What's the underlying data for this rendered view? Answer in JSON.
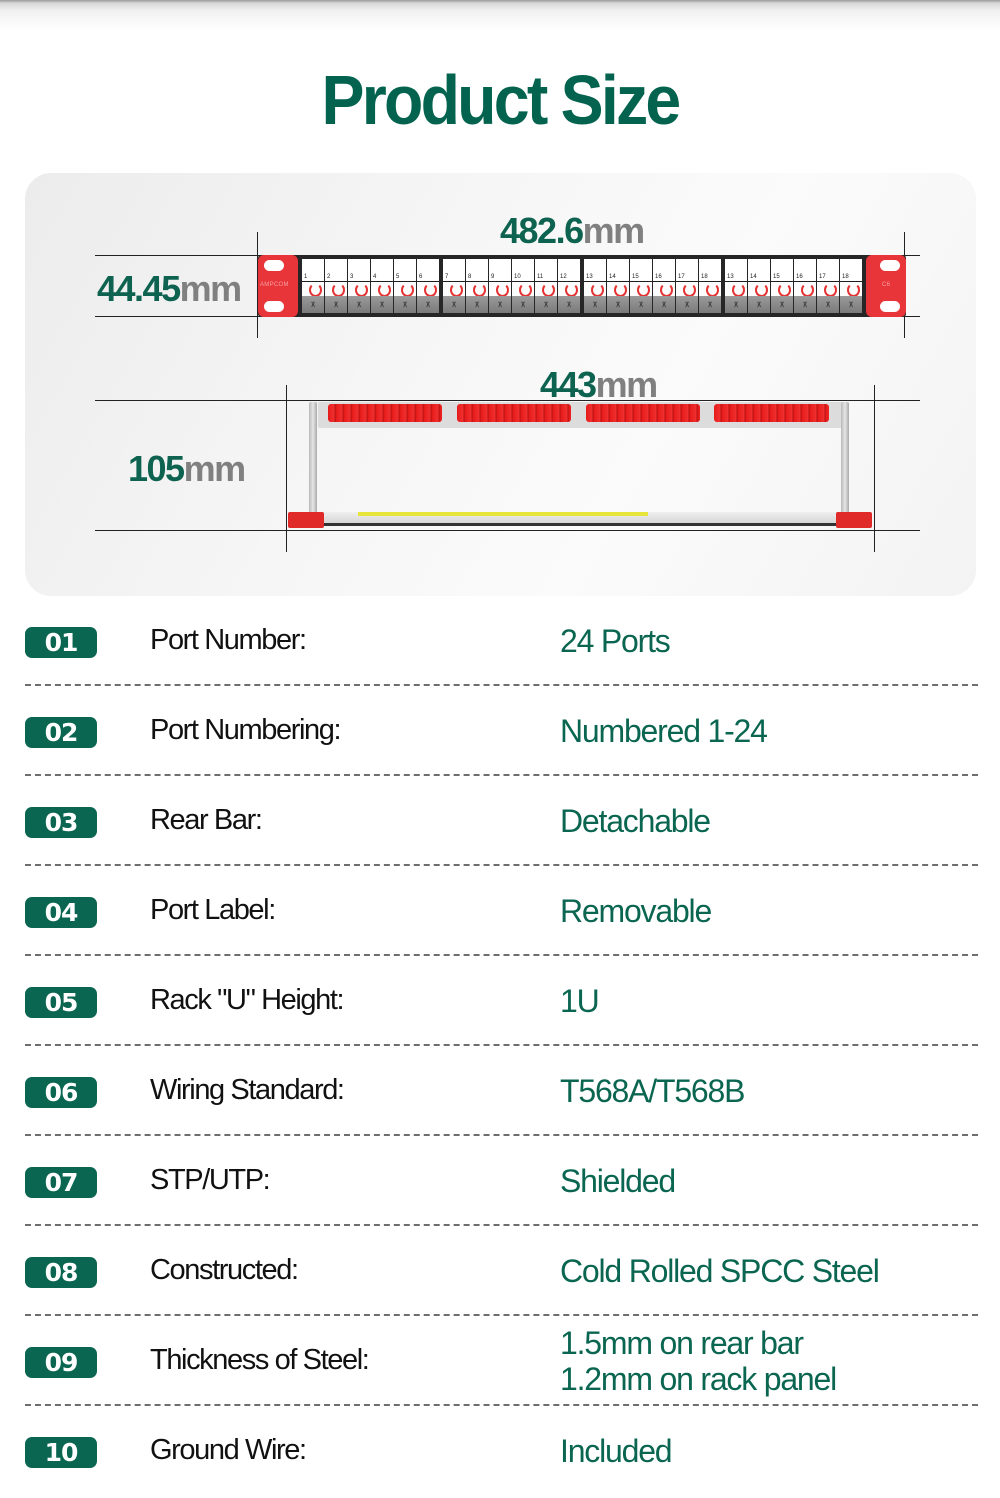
{
  "page": {
    "title": "Product Size"
  },
  "diagram": {
    "front_view": {
      "width": {
        "value": "482.6",
        "unit": "mm"
      },
      "height": {
        "value": "44.45",
        "unit": "mm"
      },
      "left_ear_brand": "AMPCOM",
      "right_ear_mark": "C6",
      "port_labels": [
        "1",
        "2",
        "3",
        "4",
        "5",
        "6",
        "7",
        "8",
        "9",
        "10",
        "11",
        "12",
        "13",
        "14",
        "15",
        "16",
        "17",
        "18",
        "13",
        "14",
        "15",
        "16",
        "17",
        "18"
      ]
    },
    "top_view": {
      "width": {
        "value": "443",
        "unit": "mm"
      },
      "depth": {
        "value": "105",
        "unit": "mm"
      }
    }
  },
  "specs": [
    {
      "index": "01",
      "label": "Port Number:",
      "value": [
        "24 Ports"
      ]
    },
    {
      "index": "02",
      "label": "Port Numbering:",
      "value": [
        "Numbered 1-24"
      ]
    },
    {
      "index": "03",
      "label": "Rear Bar:",
      "value": [
        "Detachable"
      ]
    },
    {
      "index": "04",
      "label": "Port Label:",
      "value": [
        "Removable"
      ]
    },
    {
      "index": "05",
      "label": "Rack \"U\" Height:",
      "value": [
        "1U"
      ]
    },
    {
      "index": "06",
      "label": "Wiring Standard:",
      "value": [
        "T568A/T568B"
      ]
    },
    {
      "index": "07",
      "label": "STP/UTP:",
      "value": [
        "Shielded"
      ]
    },
    {
      "index": "08",
      "label": "Constructed:",
      "value": [
        "Cold Rolled SPCC Steel"
      ]
    },
    {
      "index": "09",
      "label": "Thickness of Steel:",
      "value": [
        "1.5mm on rear bar",
        "1.2mm on rack panel"
      ]
    },
    {
      "index": "10",
      "label": "Ground Wire:",
      "value": [
        "Included"
      ]
    }
  ],
  "colors": {
    "brand_green": "#0a6650",
    "unit_gray": "#808080",
    "panel_red": "#e8353a"
  }
}
